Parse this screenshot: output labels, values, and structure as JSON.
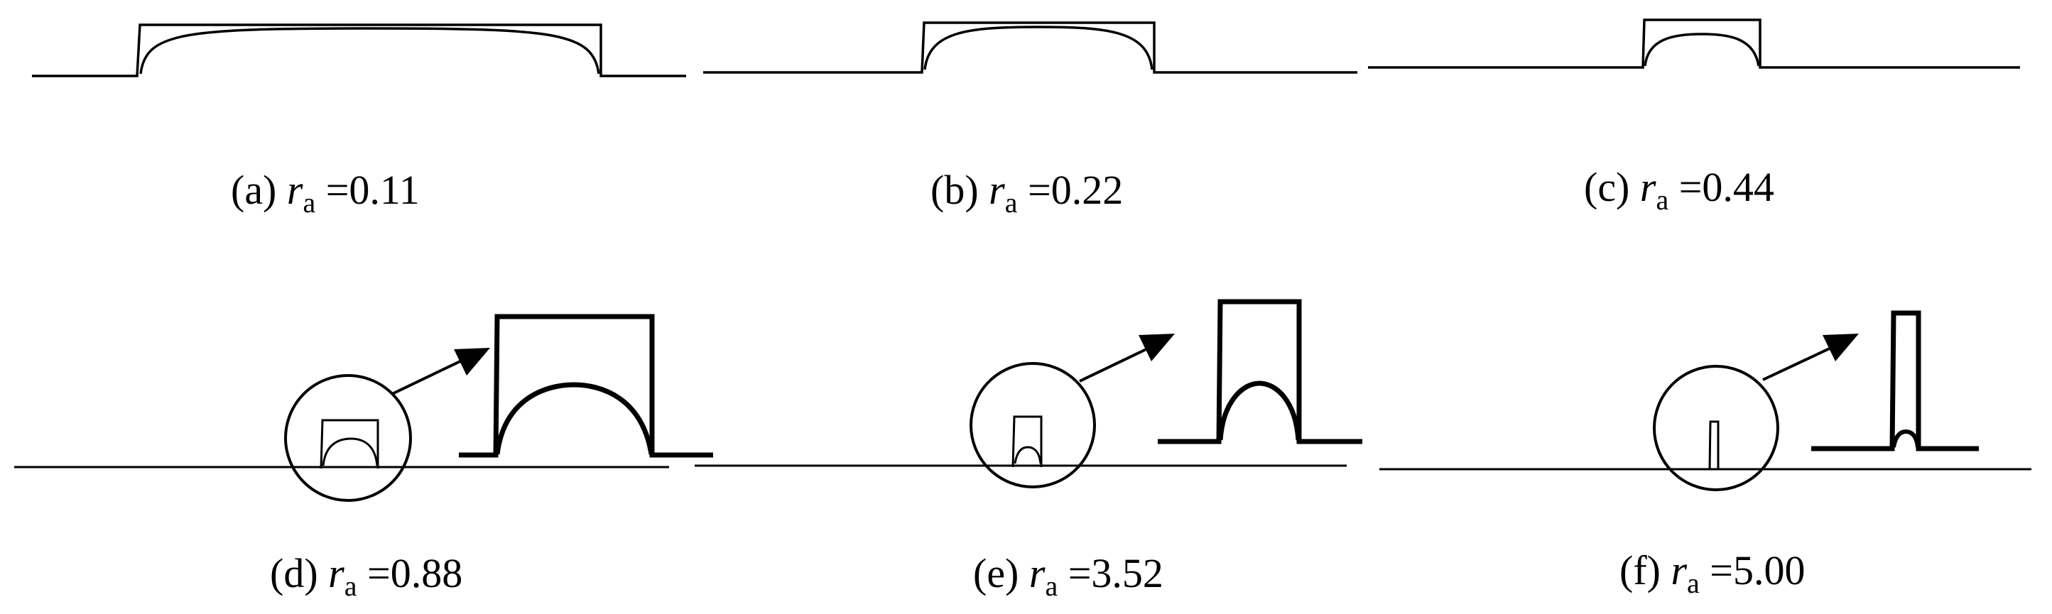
{
  "panels": [
    {
      "id": "a",
      "prefix": "(a)",
      "var": "r",
      "sub": "a",
      "value": "=0.11"
    },
    {
      "id": "b",
      "prefix": "(b)",
      "var": "r",
      "sub": "a",
      "value": "=0.22"
    },
    {
      "id": "c",
      "prefix": "(c)",
      "var": "r",
      "sub": "a",
      "value": "=0.44"
    },
    {
      "id": "d",
      "prefix": "(d)",
      "var": "r",
      "sub": "a",
      "value": "=0.88"
    },
    {
      "id": "e",
      "prefix": "(e)",
      "var": "r",
      "sub": "a",
      "value": "=3.52"
    },
    {
      "id": "f",
      "prefix": "(f)",
      "var": "r",
      "sub": "a",
      "value": "=5.00"
    }
  ],
  "colors": {
    "stroke": "#000000",
    "background": "#ffffff"
  }
}
